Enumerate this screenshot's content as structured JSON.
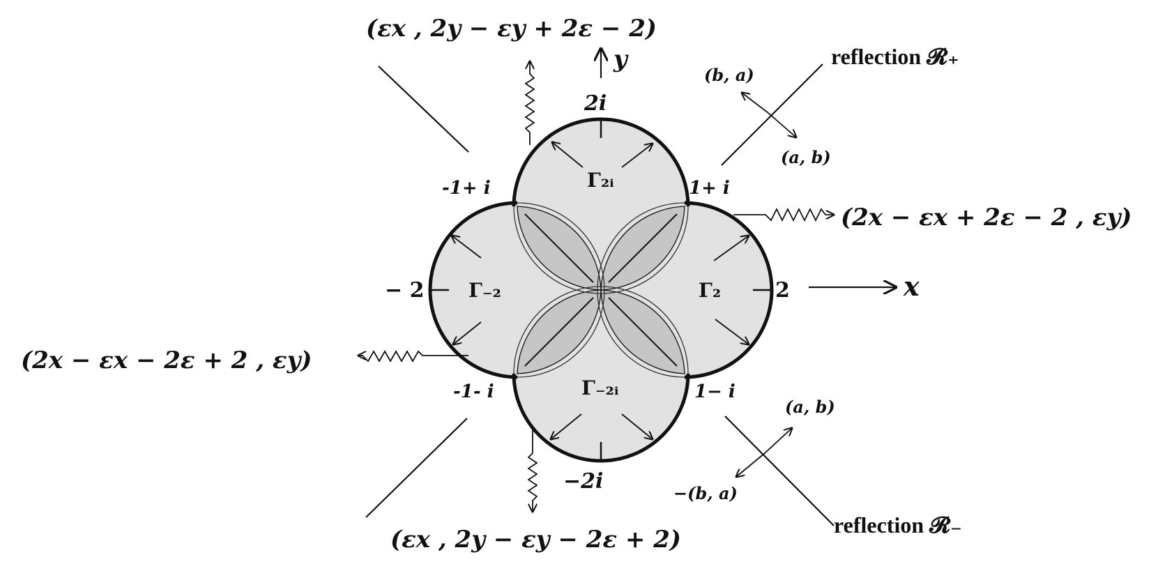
{
  "labels": {
    "top_map": "(εx , 2y − εy + 2ε − 2)",
    "bottom_map": "(εx , 2y − εy − 2ε + 2)",
    "right_map": "(2x − εx + 2ε − 2 , εy)",
    "left_map": "(2x − εx − 2ε + 2 , εy)",
    "y_axis": "y",
    "x_axis": "x",
    "two_i": "2i",
    "minus_two_i": "−2i",
    "two": "2",
    "minus_two": "− 2",
    "one_plus_i": "1+ i",
    "minus_one_plus_i": "-1+ i",
    "one_minus_i": "1− i",
    "minus_one_minus_i": "-1- i",
    "gamma_2i": "Γ₂ᵢ",
    "gamma_minus_2i": "Γ₋₂ᵢ",
    "gamma_2": "Γ₂",
    "gamma_minus_2": "Γ₋₂",
    "reflection_plus": "reflection 𝓡₊",
    "reflection_minus": "reflection 𝓡₋",
    "ba_top": "(b, a)",
    "ab_top": "(a, b)",
    "ab_bottom": "(a, b)",
    "minus_ba_bottom": "−(b, a)"
  },
  "colors": {
    "disk_fill": "#e2e2e2",
    "lens_fill": "#c6c6c6",
    "stroke": "#111111"
  }
}
